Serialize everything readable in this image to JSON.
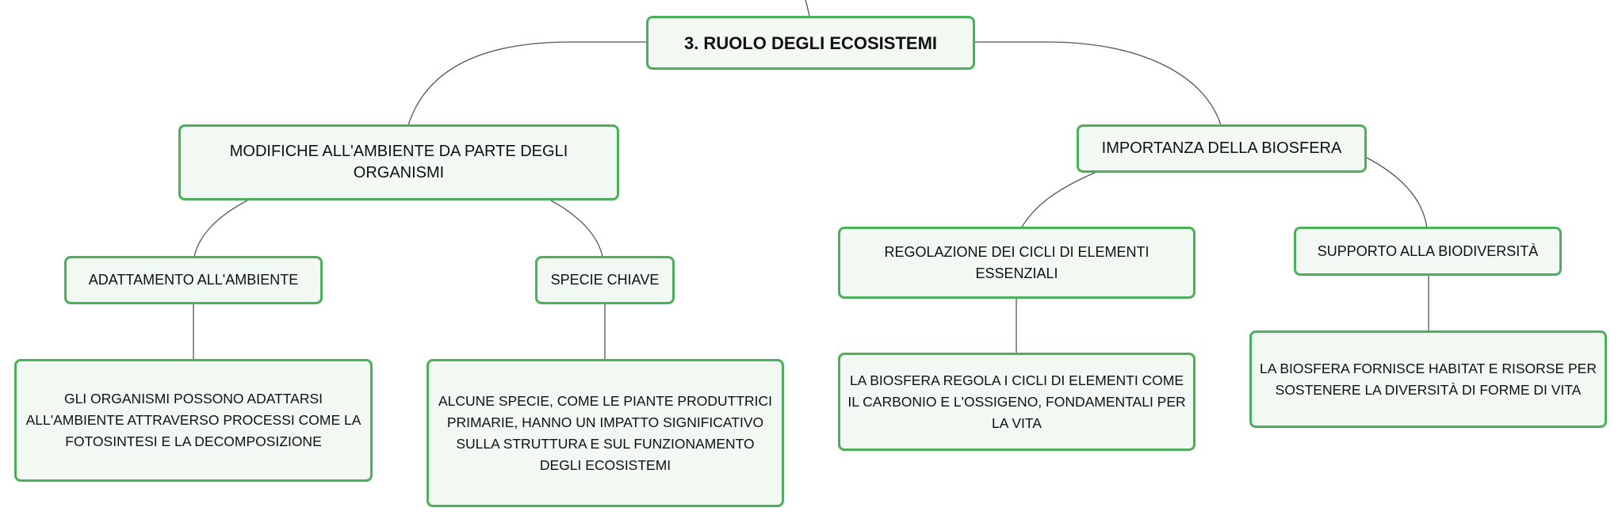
{
  "root": {
    "label": "3. RUOLO DEGLI ECOSISTEMI"
  },
  "branches": {
    "left": {
      "label": "MODIFICHE ALL'AMBIENTE DA PARTE DEGLI ORGANISMI",
      "children": [
        {
          "label": "ADATTAMENTO ALL'AMBIENTE",
          "detail": "GLI ORGANISMI POSSONO ADATTARSI ALL'AMBIENTE ATTRAVERSO PROCESSI COME LA FOTOSINTESI E LA DECOMPOSIZIONE"
        },
        {
          "label": "SPECIE CHIAVE",
          "detail": "ALCUNE SPECIE, COME LE PIANTE PRODUTTRICI PRIMARIE, HANNO UN IMPATTO SIGNIFICATIVO SULLA STRUTTURA E SUL FUNZIONAMENTO DEGLI ECOSISTEMI"
        }
      ]
    },
    "right": {
      "label": "IMPORTANZA DELLA BIOSFERA",
      "children": [
        {
          "label": "REGOLAZIONE DEI CICLI DI ELEMENTI ESSENZIALI",
          "detail": "LA BIOSFERA REGOLA I CICLI DI ELEMENTI COME IL CARBONIO E L'OSSIGENO, FONDAMENTALI PER LA VITA"
        },
        {
          "label": "SUPPORTO ALLA BIODIVERSITÀ",
          "detail": "LA BIOSFERA FORNISCE HABITAT E RISORSE PER SOSTENERE LA DIVERSITÀ DI FORME DI VITA"
        }
      ]
    }
  },
  "colors": {
    "node_border": "#4caf5a",
    "node_fill": "#f1f9f2",
    "connector": "#555555"
  }
}
